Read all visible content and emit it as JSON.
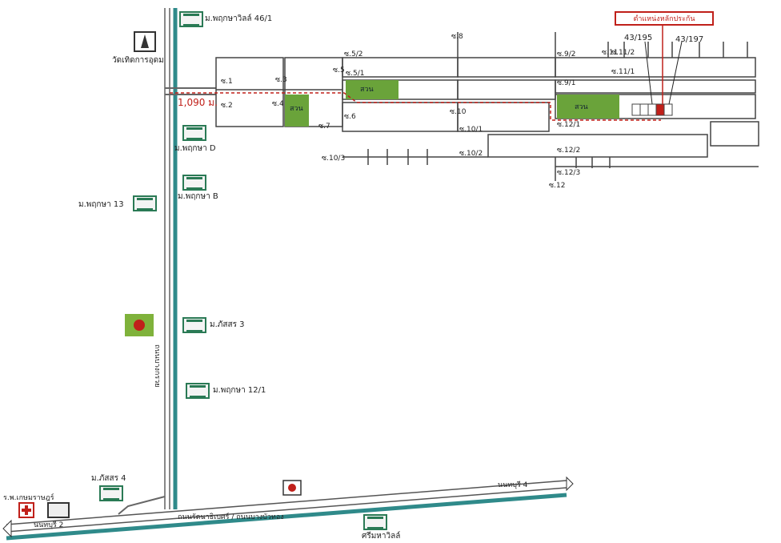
{
  "banner": "ตำแหน่งหลักประกัน",
  "plots": {
    "left": "43/195",
    "right": "43/197"
  },
  "distance": "1,090 ม.",
  "temple": "วัดเทิดการอุดม",
  "main_road": "ถนนบางกรวย",
  "hwy_label": "ถนนรัตนาธิเบศร์ / ถนนบางบัวทอง",
  "hwy_upper": "นนทบุรี 4",
  "hwy_lower": "นนทบุรี 2",
  "hospital": "ร.พ.เกษมราษฎร์",
  "park_label": "สวน",
  "places": {
    "p46_1": "ม.พฤกษาวิลล์ 46/1",
    "pD": "ม.พฤกษา D",
    "pB": "ม.พฤกษา B",
    "p13": "ม.พฤกษา 13",
    "ps3": "ม.ภัสสร 3",
    "p12_1": "ม.พฤกษา 12/1",
    "ps4": "ม.ภัสสร 4",
    "sriwilai": "ศรีมหาวิลล์"
  },
  "soi": {
    "s1": "ซ.1",
    "s2": "ซ.2",
    "s3": "ซ.3",
    "s4": "ซ.4",
    "s5": "ซ.5",
    "s5_1": "ซ.5/1",
    "s5_2": "ซ.5/2",
    "s6": "ซ.6",
    "s7": "ซ.7",
    "s8": "ซ.8",
    "s9_1": "ซ.9/1",
    "s9_2": "ซ.9/2",
    "s10": "ซ.10",
    "s10_1": "ซ.10/1",
    "s10_2": "ซ.10/2",
    "s10_3": "ซ.10/3",
    "s11_1": "ซ.11/1",
    "s11_2": "ซ.11/2",
    "s11": "ซ.11",
    "s12": "ซ.12",
    "s12_1": "ซ.12/1",
    "s12_2": "ซ.12/2",
    "s12_3": "ซ.12/3"
  },
  "colors": {
    "road": "#2f8a8a",
    "park": "#6aa33a",
    "target": "#c0201a",
    "grid": "#444444"
  }
}
